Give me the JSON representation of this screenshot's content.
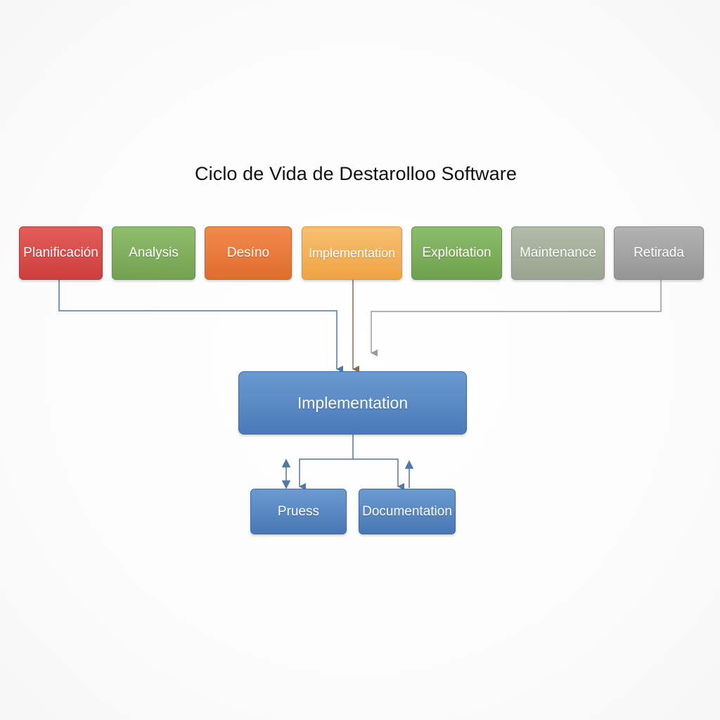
{
  "diagram": {
    "title": "Ciclo de Vida de Destarolloo Software",
    "phases": [
      {
        "label": "Planificación",
        "color": "#d44b48"
      },
      {
        "label": "Analysis",
        "color": "#7fae5c"
      },
      {
        "label": "Desíno",
        "color": "#e87a3b"
      },
      {
        "label": "Implementation",
        "color": "#f3b259"
      },
      {
        "label": "Exploitation",
        "color": "#7daf5b"
      },
      {
        "label": "Maintenance",
        "color": "#a6ae9b"
      },
      {
        "label": "Retirada",
        "color": "#a3a3a3"
      }
    ],
    "central": {
      "label": "Implementation",
      "color": "#5a89c4"
    },
    "subtasks": [
      {
        "label": "Pruess",
        "color": "#5a89c4"
      },
      {
        "label": "Documentation",
        "color": "#5a89c4"
      }
    ],
    "connector_colors": {
      "blue": "#4f77a8",
      "brown": "#8c6a4f",
      "gray": "#9a9a9a"
    }
  }
}
